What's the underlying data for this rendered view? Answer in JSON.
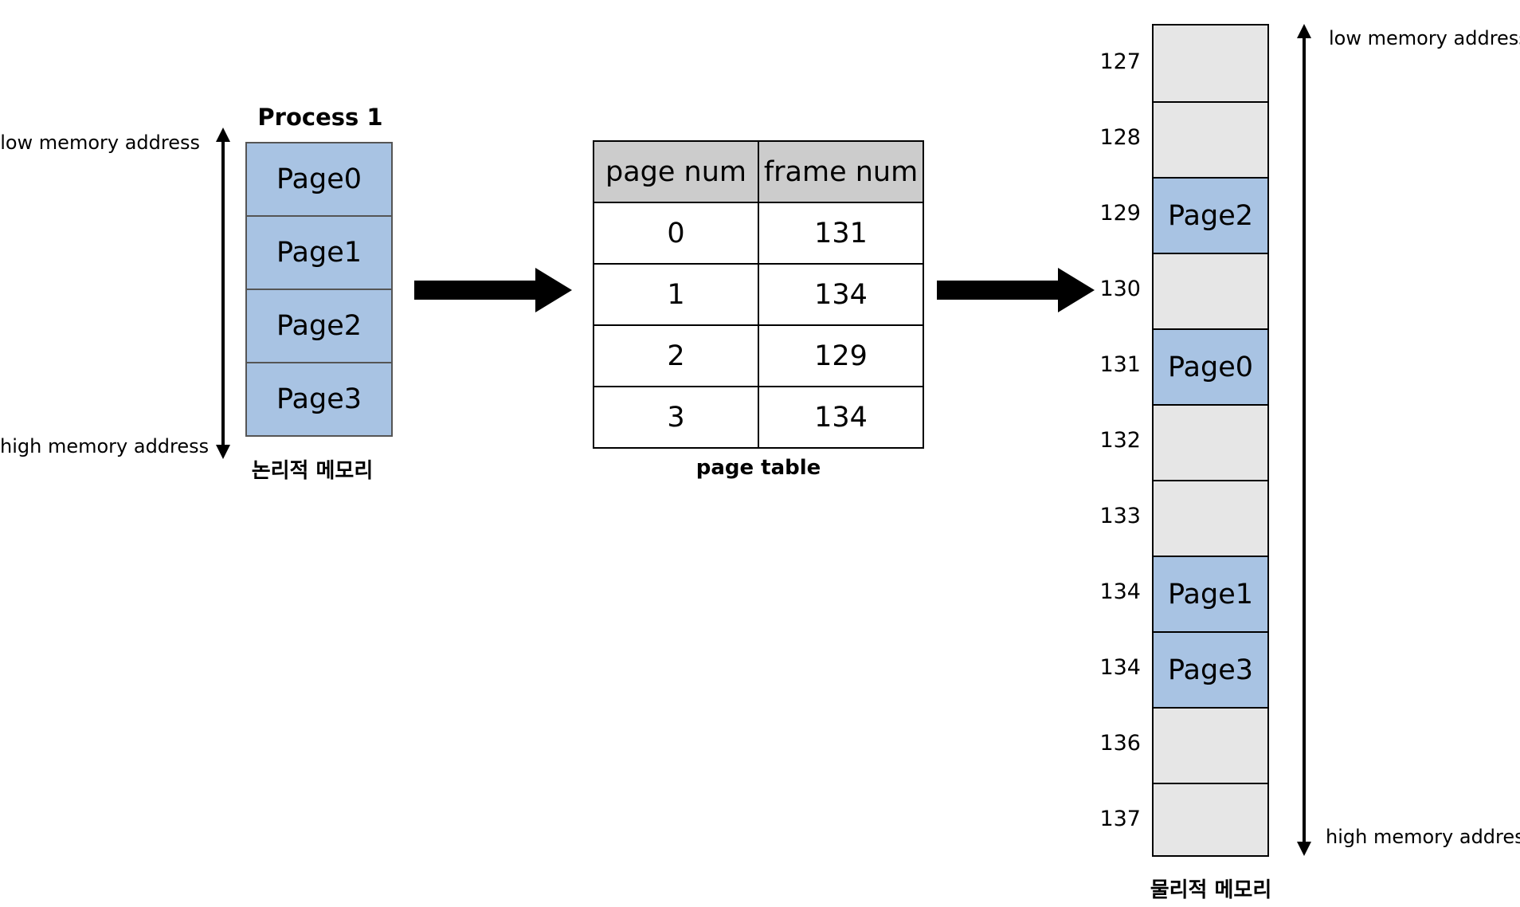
{
  "logical": {
    "title": "Process 1",
    "caption": "논리적 메모리",
    "low_label": "low memory address",
    "high_label": "high memory address",
    "pages": [
      "Page0",
      "Page1",
      "Page2",
      "Page3"
    ],
    "page_color": "#a8c3e3"
  },
  "page_table": {
    "caption": "page table",
    "headers": [
      "page num",
      "frame num"
    ],
    "rows": [
      [
        "0",
        "131"
      ],
      [
        "1",
        "134"
      ],
      [
        "2",
        "129"
      ],
      [
        "3",
        "134"
      ]
    ],
    "header_color": "#cccccc"
  },
  "physical": {
    "caption": "물리적 메모리",
    "low_label": "low memory address",
    "high_label": "high memory address",
    "empty_color": "#e6e6e6",
    "frames": [
      {
        "addr": "127",
        "content": ""
      },
      {
        "addr": "128",
        "content": ""
      },
      {
        "addr": "129",
        "content": "Page2"
      },
      {
        "addr": "130",
        "content": ""
      },
      {
        "addr": "131",
        "content": "Page0"
      },
      {
        "addr": "132",
        "content": ""
      },
      {
        "addr": "133",
        "content": ""
      },
      {
        "addr": "134",
        "content": "Page1"
      },
      {
        "addr": "134",
        "content": "Page3"
      },
      {
        "addr": "136",
        "content": ""
      },
      {
        "addr": "137",
        "content": ""
      }
    ]
  }
}
